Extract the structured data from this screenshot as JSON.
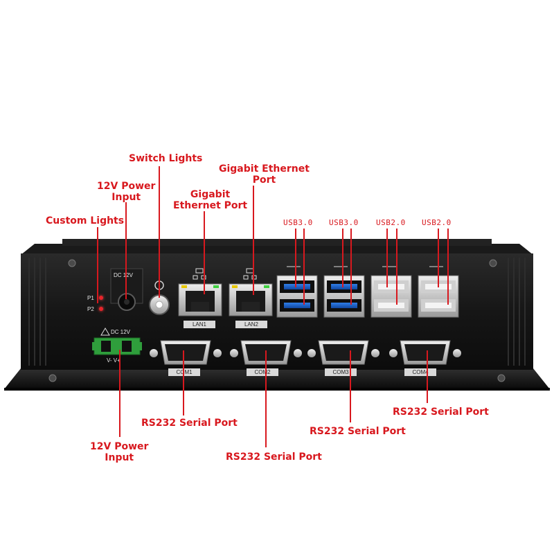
{
  "callouts": {
    "switch_lights": "Switch Lights",
    "gigabit_port_right": [
      "Gigabit Ethernet",
      "Port"
    ],
    "power_input_top": [
      "12V Power",
      "Input"
    ],
    "gigabit_port_left": [
      "Gigabit",
      "Ethernet Port"
    ],
    "custom_lights": "Custom Lights",
    "usb_labels": [
      "USB3.0",
      "USB3.0",
      "USB2.0",
      "USB2.0"
    ],
    "rs232_com1": "RS232 Serial Port",
    "rs232_com2": "RS232 Serial Port",
    "rs232_com3": "RS232 Serial Port",
    "rs232_com4": "RS232 Serial Port",
    "power_input_bottom": [
      "12V Power",
      "Input"
    ]
  },
  "panel": {
    "lan_labels": [
      "LAN1",
      "LAN2"
    ],
    "com_labels": [
      "COM1",
      "COM2",
      "COM3",
      "COM4"
    ],
    "led_labels": [
      "P1",
      "P2"
    ],
    "dc_jack_label": "DC 12V",
    "terminal_label": "DC 12V",
    "terminal_polarity": "V-   V+"
  },
  "colors": {
    "callout_red": "#d8181e",
    "chassis": "#141414",
    "usb3_blue": "#1d63c9"
  }
}
